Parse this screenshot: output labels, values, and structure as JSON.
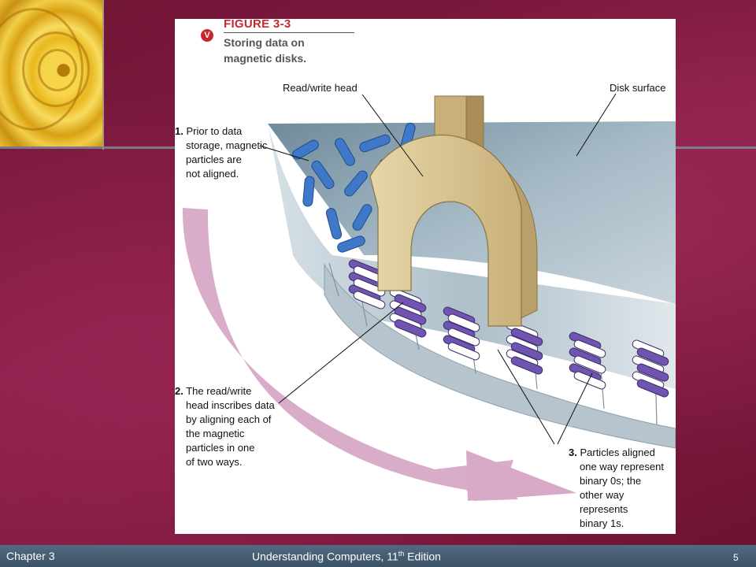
{
  "figure": {
    "number": "FIGURE 3-3",
    "title_line1": "Storing data on",
    "title_line2": "magnetic disks.",
    "icon_glyph": "V"
  },
  "labels": {
    "read_write_head": "Read/write head",
    "disk_surface": "Disk surface",
    "step1_num": "1.",
    "step1_lines": [
      "Prior to data",
      "storage, magnetic",
      "particles are",
      "not aligned."
    ],
    "step2_num": "2.",
    "step2_lines": [
      "The read/write",
      "head inscribes data",
      "by aligning each of",
      "the magnetic",
      "particles in one",
      "of two ways."
    ],
    "step3_num": "3.",
    "step3_lines": [
      "Particles aligned",
      "one way represent",
      "binary 0s; the",
      "other way",
      "represents",
      "binary 1s."
    ]
  },
  "footer": {
    "chapter": "Chapter 3",
    "book_prefix": "Understanding Computers, 11",
    "book_sup": "th",
    "book_suffix": " Edition",
    "page": "5"
  },
  "colors": {
    "slide_bg": "#7a1a3c",
    "particle_blue": "#3f78c8",
    "particle_purple": "#6f55b0",
    "head": "#d8c392",
    "arrow": "#d7a8c7",
    "disk": "#8fa4b2",
    "footer": "#4a6075"
  }
}
